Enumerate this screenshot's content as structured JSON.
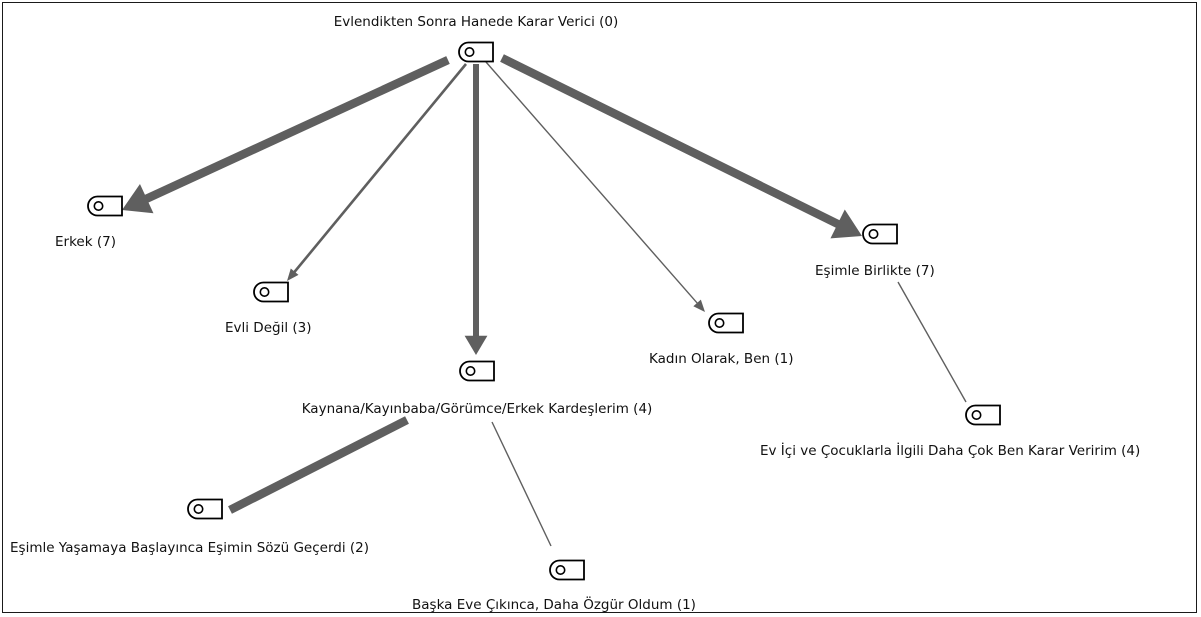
{
  "diagram": {
    "nodes": [
      {
        "id": "root",
        "label": "Evlendikten Sonra Hanede Karar Verici (0)"
      },
      {
        "id": "erkek",
        "label": "Erkek (7)"
      },
      {
        "id": "evli",
        "label": "Evli Değil (3)"
      },
      {
        "id": "kaynana",
        "label": "Kaynana/Kayınbaba/Görümce/Erkek Kardeşlerim (4)"
      },
      {
        "id": "kadin",
        "label": "Kadın Olarak, Ben (1)"
      },
      {
        "id": "esimle",
        "label": "Eşimle Birlikte (7)"
      },
      {
        "id": "ev",
        "label": "Ev İçi ve Çocuklarla İlgili Daha Çok Ben Karar Veririm (4)"
      },
      {
        "id": "yasama",
        "label": "Eşimle Yaşamaya Başlayınca Eşimin Sözü Geçerdi (2)"
      },
      {
        "id": "baska",
        "label": "Başka Eve Çıkınca, Daha Özgür Oldum (1)"
      }
    ],
    "edges": [
      {
        "from": "root",
        "to": "erkek",
        "weight": 7,
        "arrow": true
      },
      {
        "from": "root",
        "to": "evli",
        "weight": 3,
        "arrow": true
      },
      {
        "from": "root",
        "to": "kaynana",
        "weight": 4,
        "arrow": true
      },
      {
        "from": "root",
        "to": "kadin",
        "weight": 1,
        "arrow": true
      },
      {
        "from": "root",
        "to": "esimle",
        "weight": 7,
        "arrow": true
      },
      {
        "from": "esimle",
        "to": "ev",
        "weight": 1,
        "arrow": false
      },
      {
        "from": "kaynana",
        "to": "yasama",
        "weight": 7,
        "arrow": false
      },
      {
        "from": "kaynana",
        "to": "baska",
        "weight": 1,
        "arrow": false
      }
    ],
    "edge_color": "#5f5f5f"
  }
}
